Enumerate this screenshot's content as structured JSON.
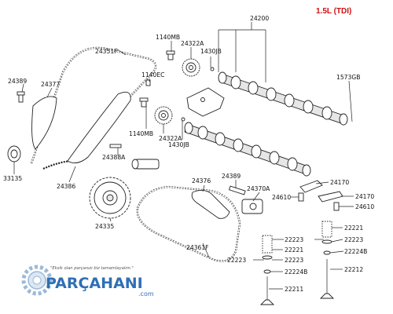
{
  "engine_label": "1.5L (TDI)",
  "part_numbers": {
    "p24200": "24200",
    "p1140MB_top": "1140MB",
    "p24322A_top": "24322A",
    "p1430JB_top": "1430JB",
    "p24351F": "24351F",
    "p1140EC": "1140EC",
    "p1573GB": "1573GB",
    "p24389_left": "24389",
    "p24377": "24377",
    "p1140MB_mid": "1140MB",
    "p24322A_mid": "24322A",
    "p1430JB_mid": "1430JB",
    "p24388A": "24388A",
    "p33135": "33135",
    "p24386": "24386",
    "p24376": "24376",
    "p24389_mid": "24389",
    "p24370A": "24370A",
    "p24170_top": "24170",
    "p24610_left": "24610",
    "p24170_right": "24170",
    "p24610_right": "24610",
    "p24335": "24335",
    "p22221_top": "22221",
    "p22223_a": "22223",
    "p22223_b": "22223",
    "p22221_mid": "22221",
    "p22224B_a": "22224B",
    "p24361F": "24361F",
    "p22223_c": "22223",
    "p22223_d": "22223",
    "p22212": "22212",
    "p22224B_b": "22224B",
    "p22211": "22211"
  },
  "watermark": {
    "slogan": "\"Eksik olan parçanızı biz tamamlayalım.\"",
    "brand": "PARÇAHANI",
    "domain": ".com"
  },
  "colors": {
    "engine_label": "#cc1111",
    "logo": "#2f6fb3"
  }
}
